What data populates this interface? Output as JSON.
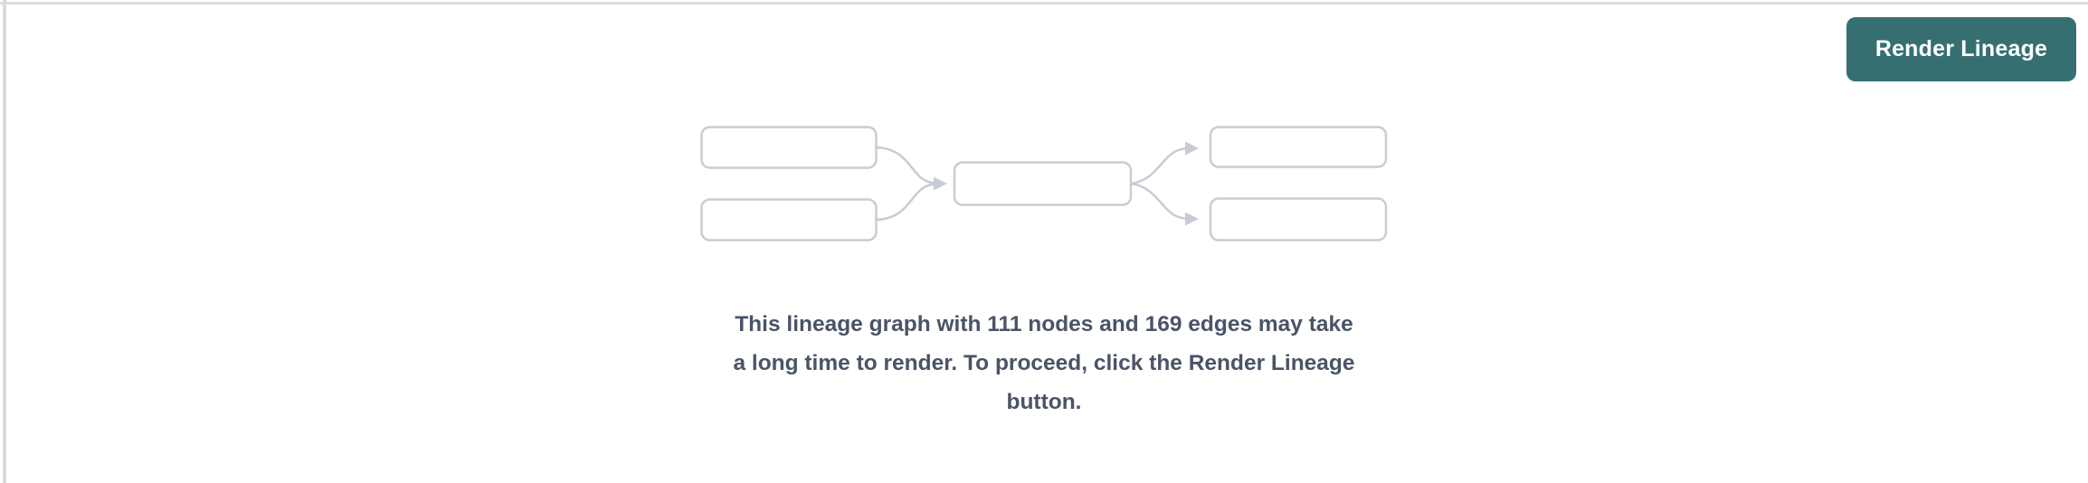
{
  "page": {
    "background_color": "#ffffff",
    "divider_color": "#dcdce2"
  },
  "toolbar": {
    "render_lineage_label": "Render Lineage",
    "button_bg_color": "#366f72",
    "button_text_color": "#ffffff"
  },
  "empty_state": {
    "graphic": {
      "box_border_color": "#c8ccd4",
      "box_fill_color": "#ffffff",
      "edge_color": "#c8ccd4"
    },
    "message": {
      "full_text": "This lineage graph with 111 nodes and 169 edges may take a long time to render. To proceed, click the Render Lineage button.",
      "lines": [
        "This lineage graph with 111 nodes and 169 edges may take",
        "a long time to render. To proceed, click the Render Lineage",
        "button."
      ],
      "node_count": "111",
      "edge_count": "169",
      "text_color": "#4a5467"
    }
  }
}
